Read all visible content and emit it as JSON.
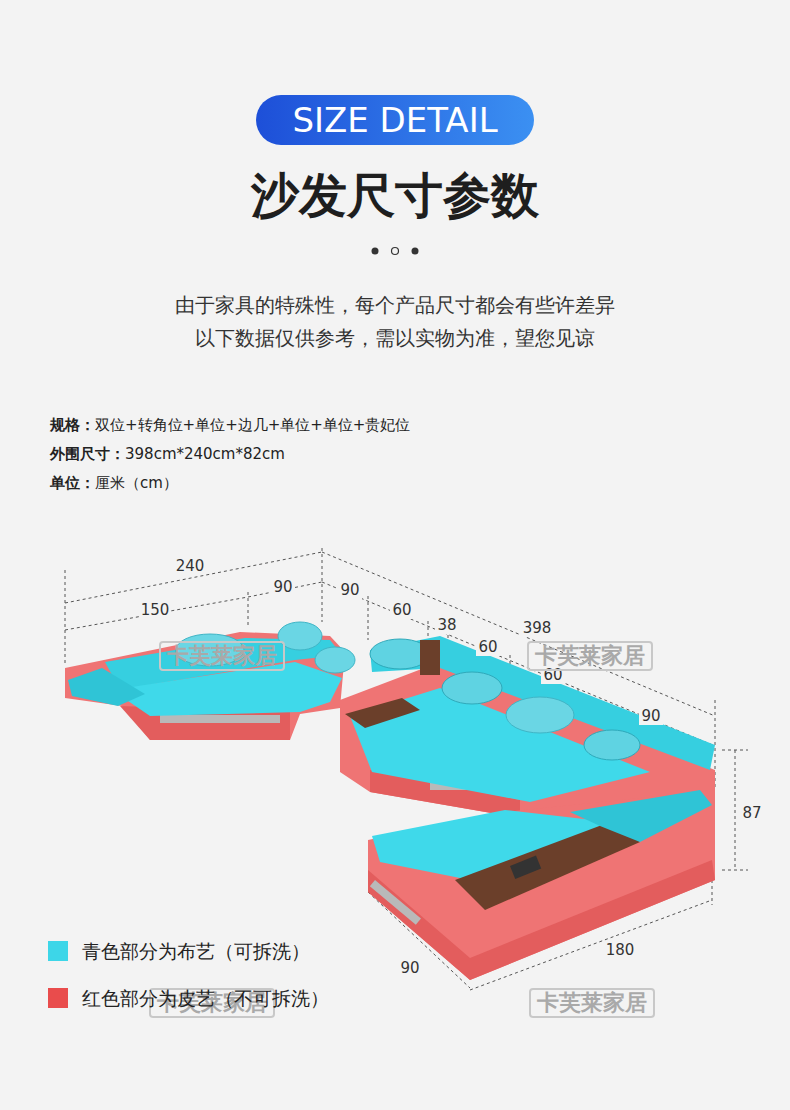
{
  "diagram": {
    "title": "沙发尺寸参数",
    "nodes": [
      {
        "text": [
          "SIZE DETAIL"
        ]
      }
    ],
    "labels": [
      "由于家具的特殊性，每个产品尺寸都会有些许差异",
      "以下数据仅供参考，需以实物为准，望您见谅",
      "规格：",
      "双位+转角位+单位+边几+单位+单位+贵妃位",
      "外围尺寸：",
      "398cm*240cm*82cm",
      "单位：",
      "厘米（cm）",
      "240",
      "90",
      "150",
      "90",
      "60",
      "38",
      "60",
      "398",
      "60",
      "90",
      "87",
      "90",
      "180",
      "卡芙莱家居",
      "卡芙莱家居",
      "卡芙莱家居",
      "卡芙莱家居"
    ],
    "legend": [
      {
        "text": "青色部分为布艺（可拆洗）",
        "color": "#3dd6e8"
      },
      {
        "text": "红色部分为皮艺（不可拆洗）",
        "color": "#e94c4c"
      }
    ]
  }
}
